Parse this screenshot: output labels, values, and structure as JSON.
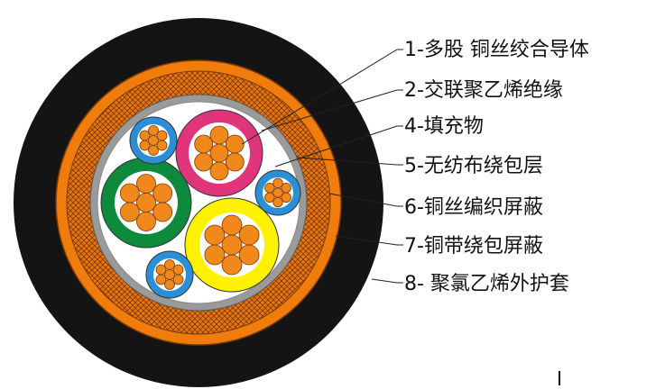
{
  "colors": {
    "outer_sheath": "#141414",
    "copper_tape": "#f07d0b",
    "braid": "#e8750d",
    "wrap": "#9a9a9a",
    "filler": "#ffffff",
    "conductor": "#f0881c",
    "conductor_stroke": "#7a3a05",
    "insulation_pink": "#e0357a",
    "insulation_green": "#0d8a3c",
    "insulation_yellow": "#fff200",
    "insulation_blue": "#2a8fd6"
  },
  "layers": [
    {
      "id": "1",
      "label": "1-多股 铜丝绞合导体"
    },
    {
      "id": "2",
      "label": "2-交联聚乙烯绝缘"
    },
    {
      "id": "4",
      "label": "4-填充物"
    },
    {
      "id": "5",
      "label": "5-无纺布绕包层"
    },
    {
      "id": "6",
      "label": "6-铜丝编织屏蔽"
    },
    {
      "id": "7",
      "label": "7-铜带绕包屏蔽"
    },
    {
      "id": "8",
      "label": "8- 聚氯乙烯外护套"
    }
  ]
}
